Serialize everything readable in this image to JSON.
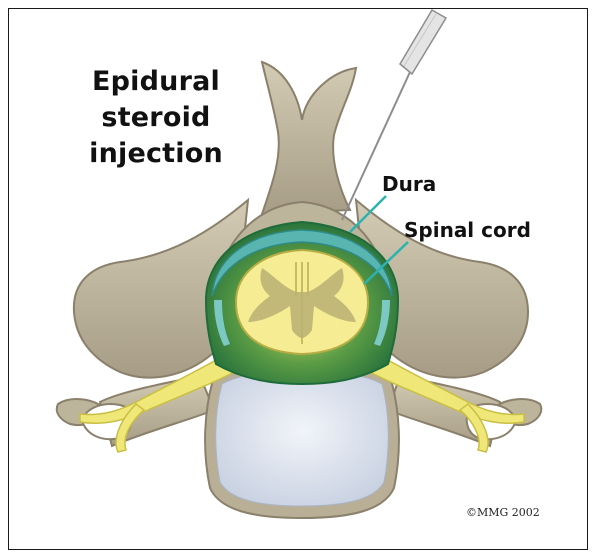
{
  "title": {
    "line1": "Epidural",
    "line2": "steroid",
    "line3": "injection"
  },
  "labels": {
    "dura": "Dura",
    "spinal_cord": "Spinal cord"
  },
  "copyright": "©MMG 2002",
  "colors": {
    "bone": "#c8bfa7",
    "bone_shade": "#8f8671",
    "dura_teal": "#4aa8a4",
    "epidural_green": "#2f7a3c",
    "cord_yellow": "#f3e98d",
    "nerve_yellow": "#efe777",
    "disc": "#dfe6f1",
    "leader_line": "#2bb3b0",
    "needle": "#9a9a9a"
  }
}
